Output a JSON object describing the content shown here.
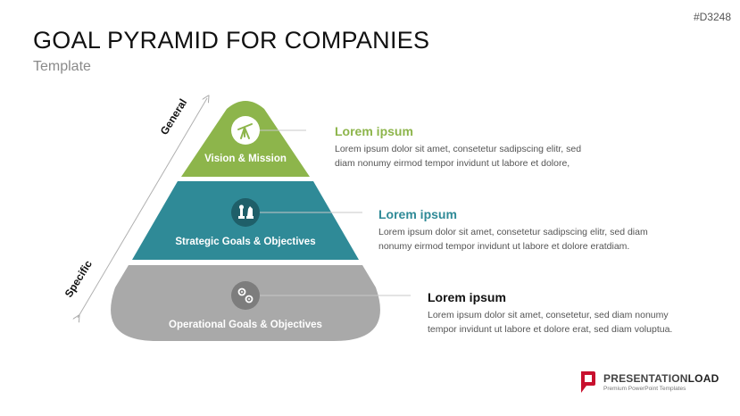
{
  "code": "#D3248",
  "title": "GOAL PYRAMID FOR COMPANIES",
  "subtitle": "Template",
  "axis": {
    "top_label": "General",
    "bottom_label": "Specific"
  },
  "colors": {
    "green": "#8db54b",
    "teal": "#2f8a97",
    "gray": "#a9a9a9",
    "connector": "#c8c8c8"
  },
  "levels": [
    {
      "label": "Vision & Mission",
      "icon": "telescope-icon",
      "heading": "Lorem ipsum",
      "heading_color": "#8db54b",
      "text": "Lorem ipsum dolor sit amet, consetetur sadipscing elitr, sed diam nonumy eirmod tempor invidunt ut labore et dolore,"
    },
    {
      "label": "Strategic Goals & Objectives",
      "icon": "chess-icon",
      "heading": "Lorem ipsum",
      "heading_color": "#2f8a97",
      "text": "Lorem ipsum dolor sit amet, consetetur sadipscing elitr, sed diam nonumy eirmod tempor invidunt ut labore et dolore eratdiam."
    },
    {
      "label": "Operational Goals & Objectives",
      "icon": "gears-icon",
      "heading": "Lorem ipsum",
      "heading_color": "#111111",
      "text": "Lorem ipsum dolor sit amet, consetetur, sed diam nonumy tempor invidunt ut labore et dolore erat, sed diam voluptua."
    }
  ],
  "brand": {
    "name_part1": "PRESENTATION",
    "name_part2": "LOAD",
    "tagline": "Premium PowerPoint Templates"
  }
}
